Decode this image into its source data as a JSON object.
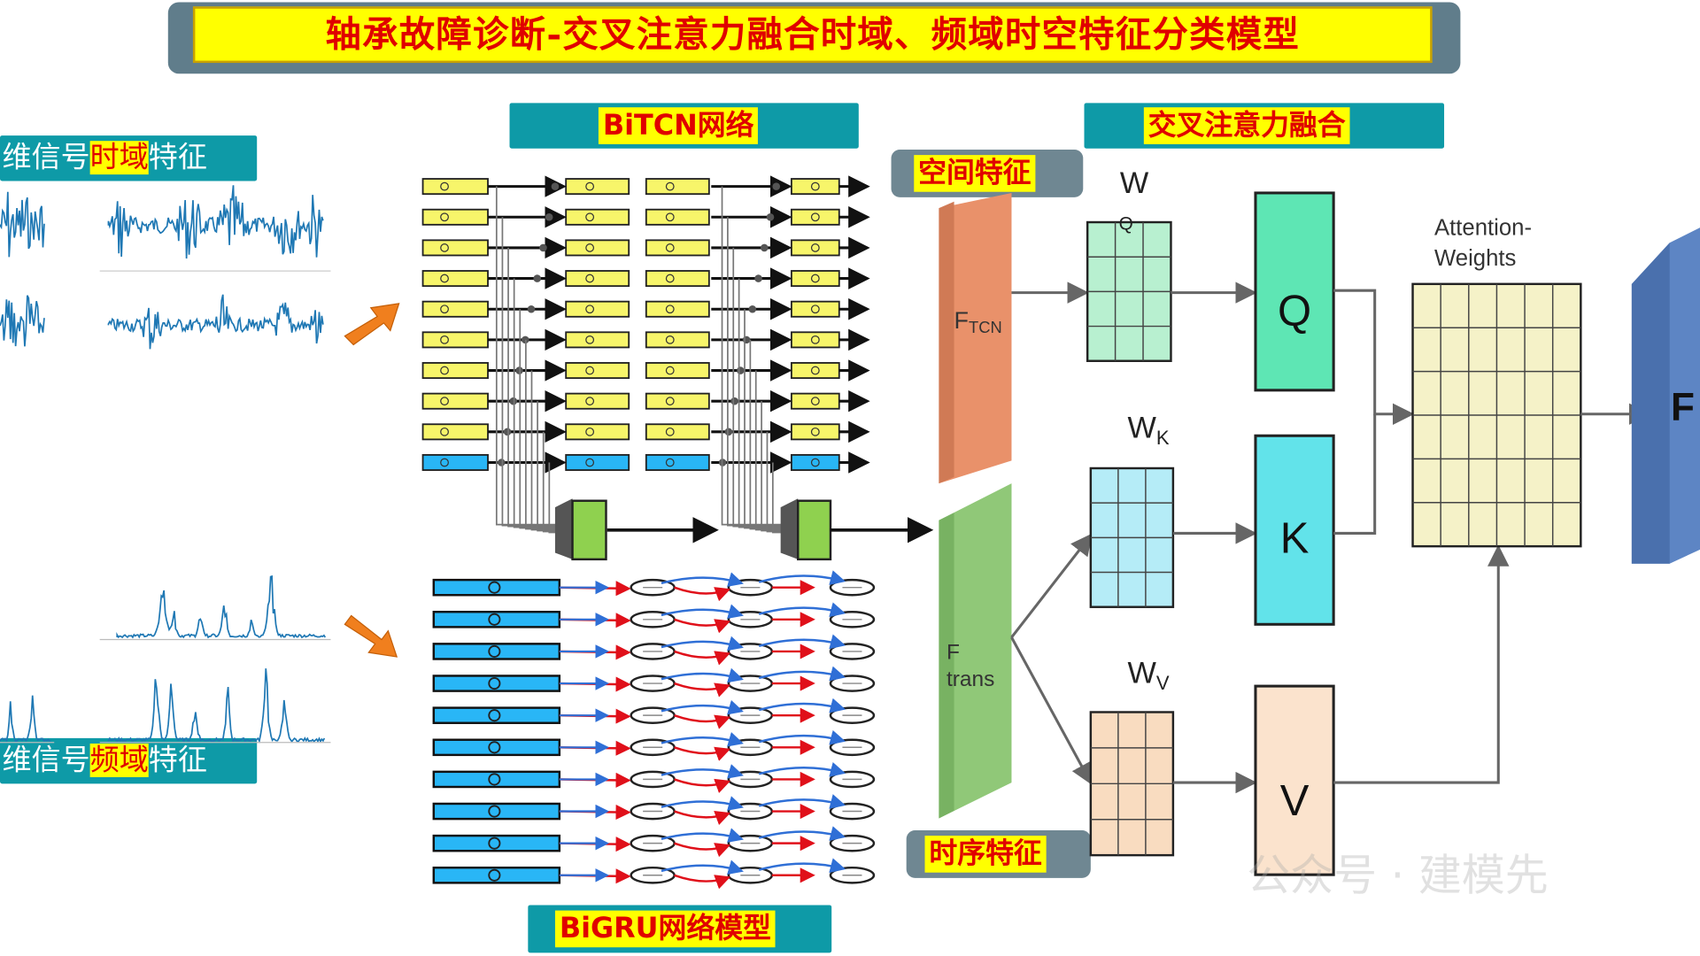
{
  "title": "轴承故障诊断-交叉注意力融合时域、频域时空特征分类模型",
  "headers": {
    "bitcn": "BiTCN网络",
    "cross_attention": "交叉注意力融合",
    "spatial": "空间特征",
    "temporal": "时序特征",
    "bigru": "BiGRU网络模型"
  },
  "signals": {
    "time_prefix": "维信号",
    "time_highlight": "时域",
    "time_suffix": "特征",
    "freq_prefix": "维信号",
    "freq_highlight": "频域",
    "freq_suffix": "特征"
  },
  "features": {
    "f_tcn_main": "F",
    "f_tcn_sub": "TCN",
    "f_trans_main": "F",
    "f_trans_sub": "trans"
  },
  "weights": {
    "wq_main": "W",
    "wq_sub": "Q",
    "wk_main": "W",
    "wk_sub": "K",
    "wv_main": "W",
    "wv_sub": "V"
  },
  "qkv": {
    "q": "Q",
    "k": "K",
    "v": "V"
  },
  "attention": {
    "line1": "Attention-",
    "line2": "Weights"
  },
  "output": {
    "label": "F"
  },
  "watermark": "公众号 · 建模先",
  "colors": {
    "teal": "#0e9aa7",
    "yellow_box": "#f7f56a",
    "blue_box": "#29b6f6",
    "green_block": "#8fd14f",
    "orange_arrow": "#f07f1e",
    "f_tcn": "#e9916a",
    "f_trans": "#90c878",
    "wq_matrix": "#b8f0d0",
    "wk_matrix": "#b5ecf7",
    "wv_matrix": "#f9dcc0",
    "q_box": "#5ee6b4",
    "k_box": "#62e3ea",
    "v_box": "#fbe3cd",
    "attention_grid": "#f5f2c8",
    "output_block": "#5d85c4",
    "signal": "#1f78b4"
  }
}
